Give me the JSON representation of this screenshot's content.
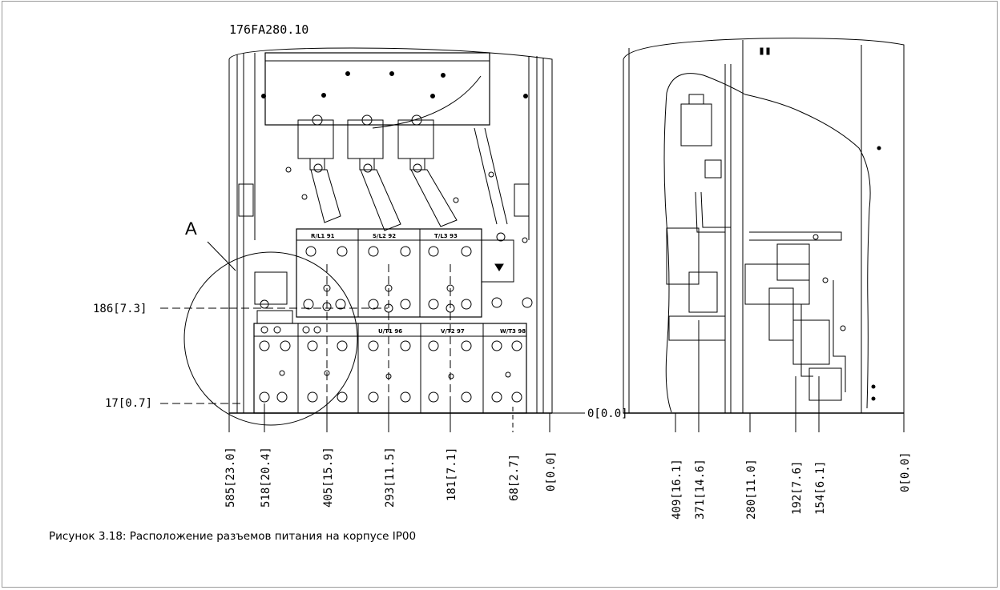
{
  "drawing_id": "176FA280.10",
  "detail_label": "A",
  "caption": "Рисунок 3.18: Расположение разъемов питания на корпусе IP00",
  "front_view": {
    "vertical_dims": [
      "186[7.3]",
      "17[0.7]",
      "0[0.0]"
    ],
    "horizontal_dims": [
      "585[23.0]",
      "518[20.4]",
      "405[15.9]",
      "293[11.5]",
      "181[7.1]",
      "68[2.7]",
      "0[0.0]"
    ],
    "input_terminals": [
      "R/L1 91",
      "S/L2 92",
      "T/L3 93"
    ],
    "output_terminals": [
      "U/T1 96",
      "V/T2 97",
      "W/T3 98"
    ]
  },
  "side_view": {
    "horizontal_dims": [
      "409[16.1]",
      "371[14.6]",
      "280[11.0]",
      "192[7.6]",
      "154[6.1]",
      "0[0.0]"
    ]
  }
}
